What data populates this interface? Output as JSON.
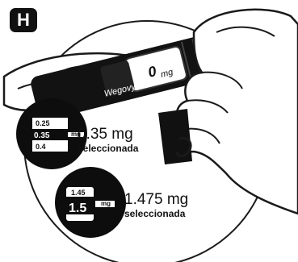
{
  "step_badge": "H",
  "pen_window": {
    "dose": "0",
    "unit": "mg",
    "brand": "Wegovy"
  },
  "dose_displays": [
    {
      "ticks": [
        "0.25",
        "0.35",
        "0.4"
      ],
      "unit": "mg",
      "value": "0.35 mg",
      "caption": "seleccionada"
    },
    {
      "ticks": [
        "1.45",
        "1.5"
      ],
      "unit": "mg",
      "value": "1.475 mg",
      "caption": "seleccionada"
    }
  ]
}
